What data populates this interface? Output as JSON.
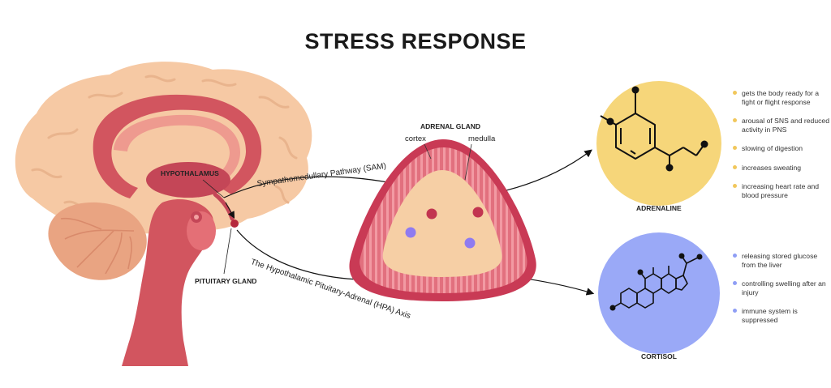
{
  "title": "STRESS RESPONSE",
  "labels": {
    "hypothalamus": "HYPOTHALAMUS",
    "pituitary": "PITUITARY GLAND",
    "adrenal_gland": "ADRENAL GLAND",
    "cortex": "cortex",
    "medulla": "medulla",
    "sam_pathway": "Sympathomedullary Pathway (SAM)",
    "hpa_axis": "The Hypothalamic Pituitary-Adrenal (HPA) Axis",
    "adrenaline": "ADRENALINE",
    "cortisol": "CORTISOL"
  },
  "adrenaline_effects": [
    "gets the body ready for a fight or flight response",
    "arousal of SNS and reduced activity in PNS",
    "slowing of digestion",
    "increases sweating",
    "increasing heart rate and blood pressure"
  ],
  "cortisol_effects": [
    "releasing stored glucose from the liver",
    "controlling swelling after an injury",
    "immune system is suppressed"
  ],
  "colors": {
    "adrenaline": "#f6d67a",
    "cortisol": "#9aa9f7",
    "brain_tan": "#f6c9a4",
    "brain_red": "#d2555f",
    "adrenal_outer": "#c93a55",
    "adrenal_inner": "#f6cfa5"
  }
}
